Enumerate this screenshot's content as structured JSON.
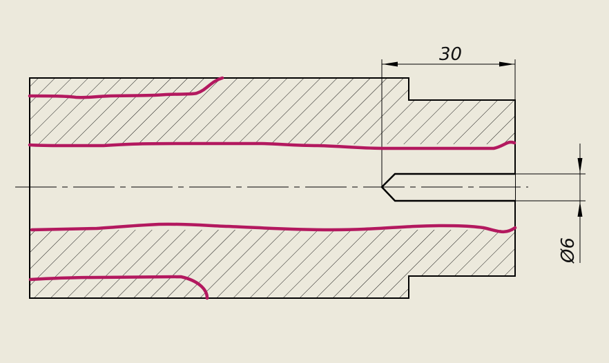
{
  "drawing": {
    "background_color": "#ece9dc",
    "line_color": "#000000",
    "markup_color": "#b3195f",
    "dimensions": {
      "length": {
        "label": "30",
        "value": 30
      },
      "bore_diameter": {
        "label": "Ø6",
        "value": 6
      }
    }
  }
}
